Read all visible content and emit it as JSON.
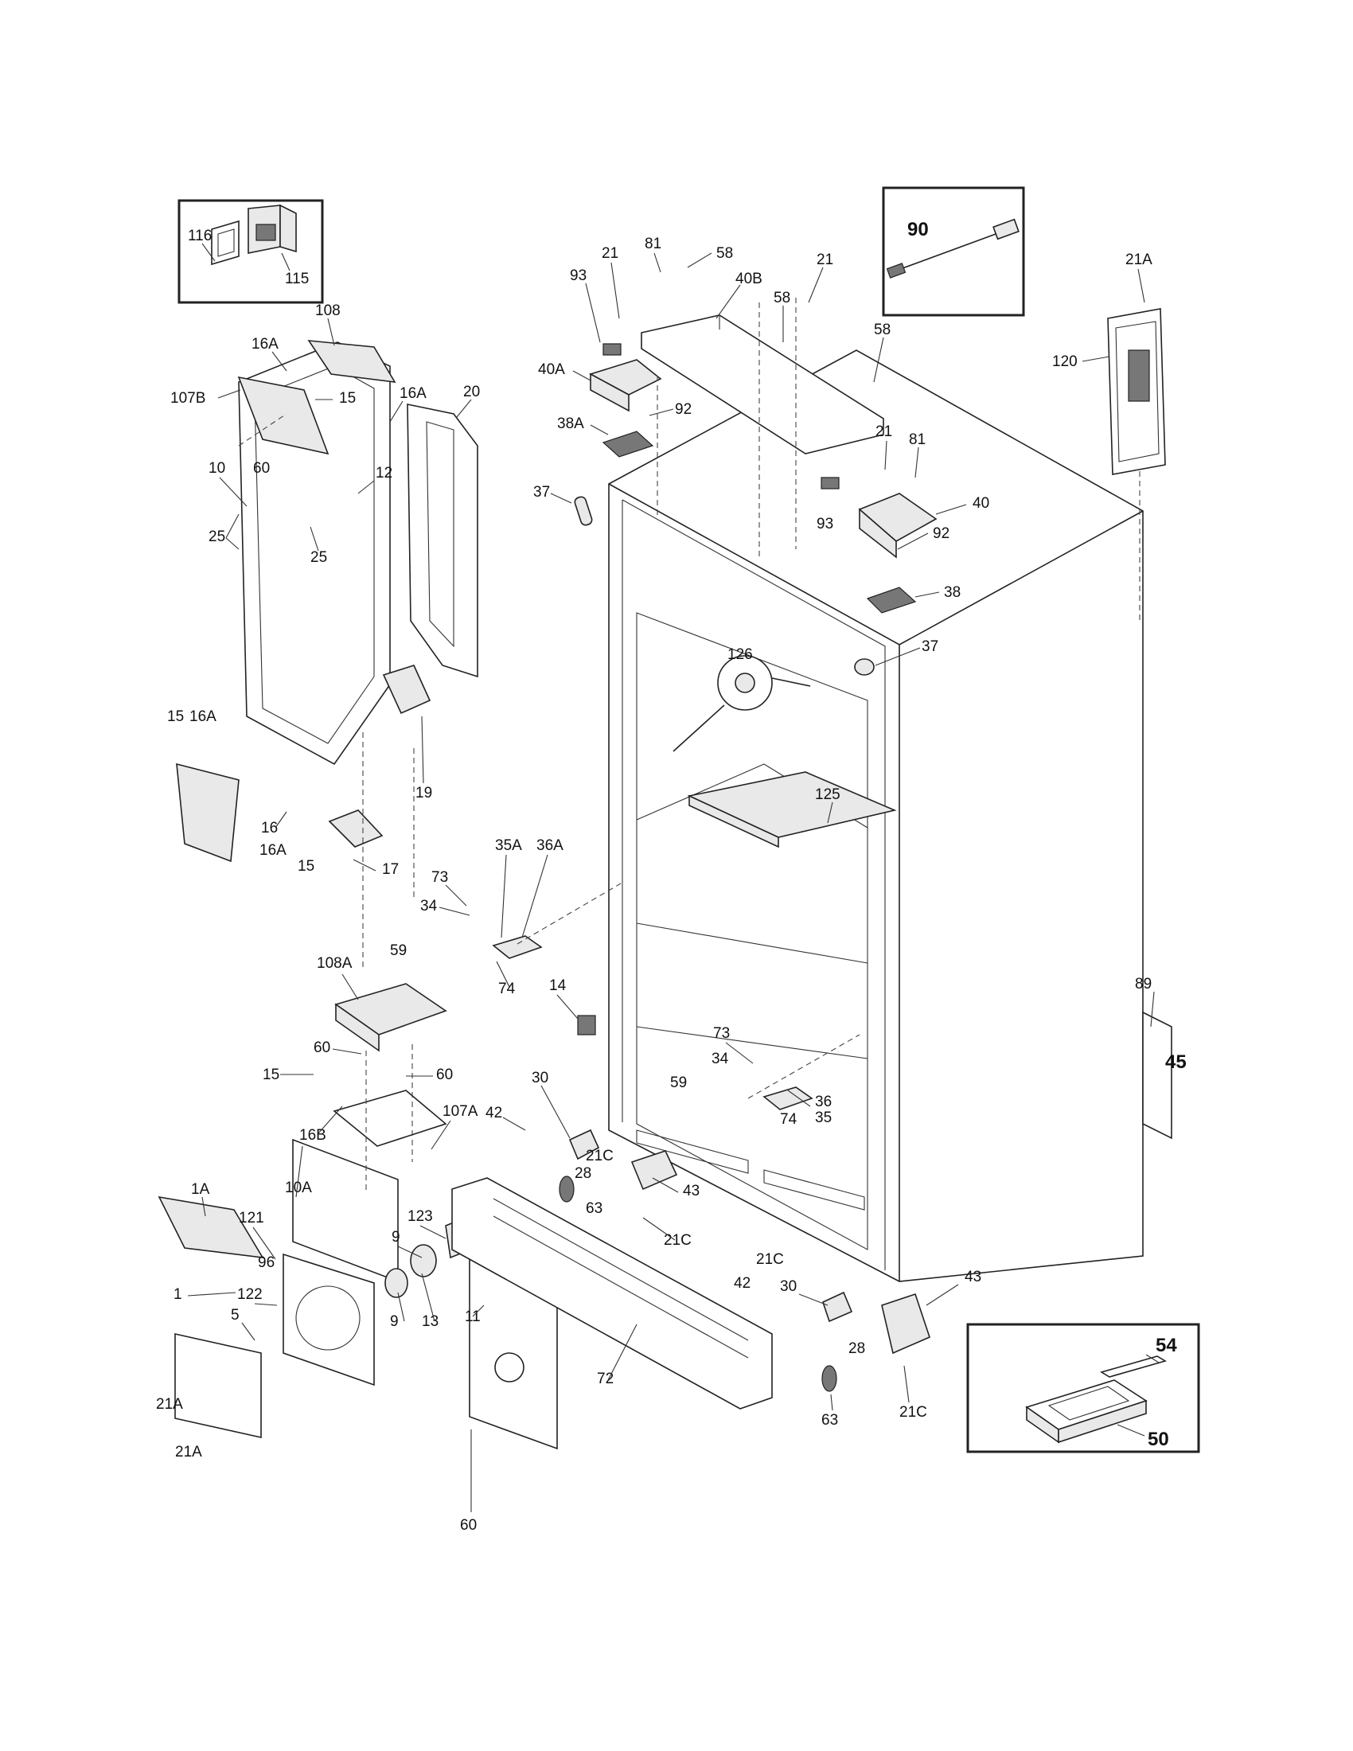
{
  "inset_labels": {
    "bulb_cover_a": "116",
    "bulb_cover_b": "115",
    "wand": "90",
    "pan_a": "54",
    "pan_b": "50"
  },
  "callouts": [
    "108",
    "16A",
    "107B",
    "15",
    "16A",
    "20",
    "10",
    "60",
    "12",
    "25",
    "25",
    "15",
    "16A",
    "19",
    "16",
    "16A",
    "15",
    "17",
    "21",
    "81",
    "58",
    "93",
    "40B",
    "58",
    "21",
    "40A",
    "58",
    "92",
    "38A",
    "37",
    "21",
    "81",
    "40",
    "93",
    "92",
    "38",
    "126",
    "37",
    "125",
    "21A",
    "120",
    "73",
    "35A",
    "36A",
    "34",
    "59",
    "74",
    "14",
    "108A",
    "60",
    "15",
    "60",
    "16B",
    "107A",
    "1A",
    "10A",
    "121",
    "123",
    "9",
    "96",
    "1",
    "122",
    "5",
    "9",
    "13",
    "11",
    "21A",
    "21A",
    "60",
    "30",
    "42",
    "21C",
    "28",
    "63",
    "43",
    "21C",
    "72",
    "73",
    "34",
    "59",
    "36",
    "35",
    "74",
    "89",
    "45",
    "21C",
    "42",
    "30",
    "43",
    "28",
    "63",
    "21C"
  ]
}
